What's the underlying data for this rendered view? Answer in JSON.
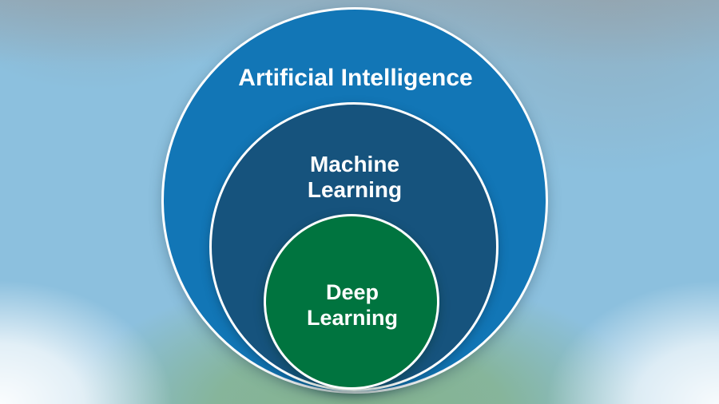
{
  "background": {
    "base_color": "#8cc0de",
    "corner_glow_color": "#ffffff",
    "bottom_tint_color": "#84b28a",
    "top_haze_color": "#969fa6"
  },
  "diagram": {
    "type": "nested-circles",
    "stroke_color": "#ffffff",
    "label_color": "#ffffff",
    "circles": [
      {
        "id": "ai",
        "label": "Artificial Intelligence",
        "color": "#1276b6",
        "contains": "ml"
      },
      {
        "id": "ml",
        "label": "Machine Learning",
        "color": "#16537d",
        "contains": "dl"
      },
      {
        "id": "dl",
        "label": "Deep Learning",
        "color": "#00743f",
        "contains": null
      }
    ]
  }
}
